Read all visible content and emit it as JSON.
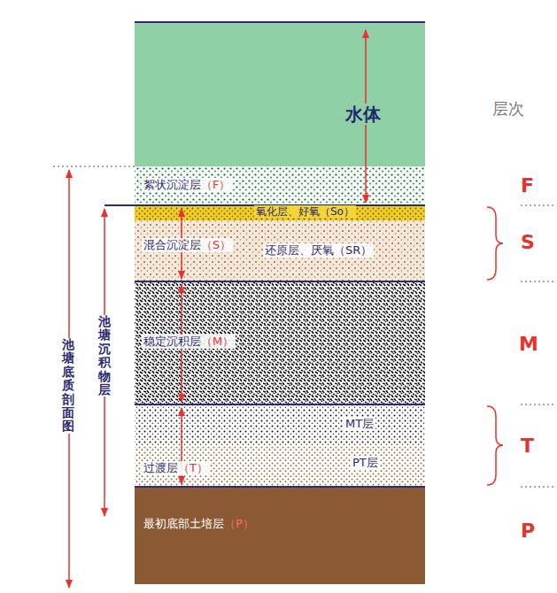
{
  "diagram": {
    "nodes": [
      {
        "text": [
          "水体"
        ]
      },
      {
        "text": [
          "絮状沉淀层（F）"
        ]
      },
      {
        "text": [
          "氧化层、好氧（So）"
        ]
      },
      {
        "text": [
          "混合沉淀层（S）",
          "还原层、厌氧（SR）"
        ]
      },
      {
        "text": [
          "稳定沉积层（M）"
        ]
      },
      {
        "text": [
          "过渡层（T）"
        ]
      },
      {
        "text": [
          "MT层"
        ],
        "in": 5
      },
      {
        "text": [
          "PT层"
        ],
        "in": 5
      },
      {
        "text": [
          "最初底部土培层（P）"
        ]
      }
    ],
    "labels": [
      "层次",
      "F",
      "S",
      "M",
      "T",
      "P",
      "池塘底质剖面图",
      "池塘沉积物层"
    ]
  }
}
